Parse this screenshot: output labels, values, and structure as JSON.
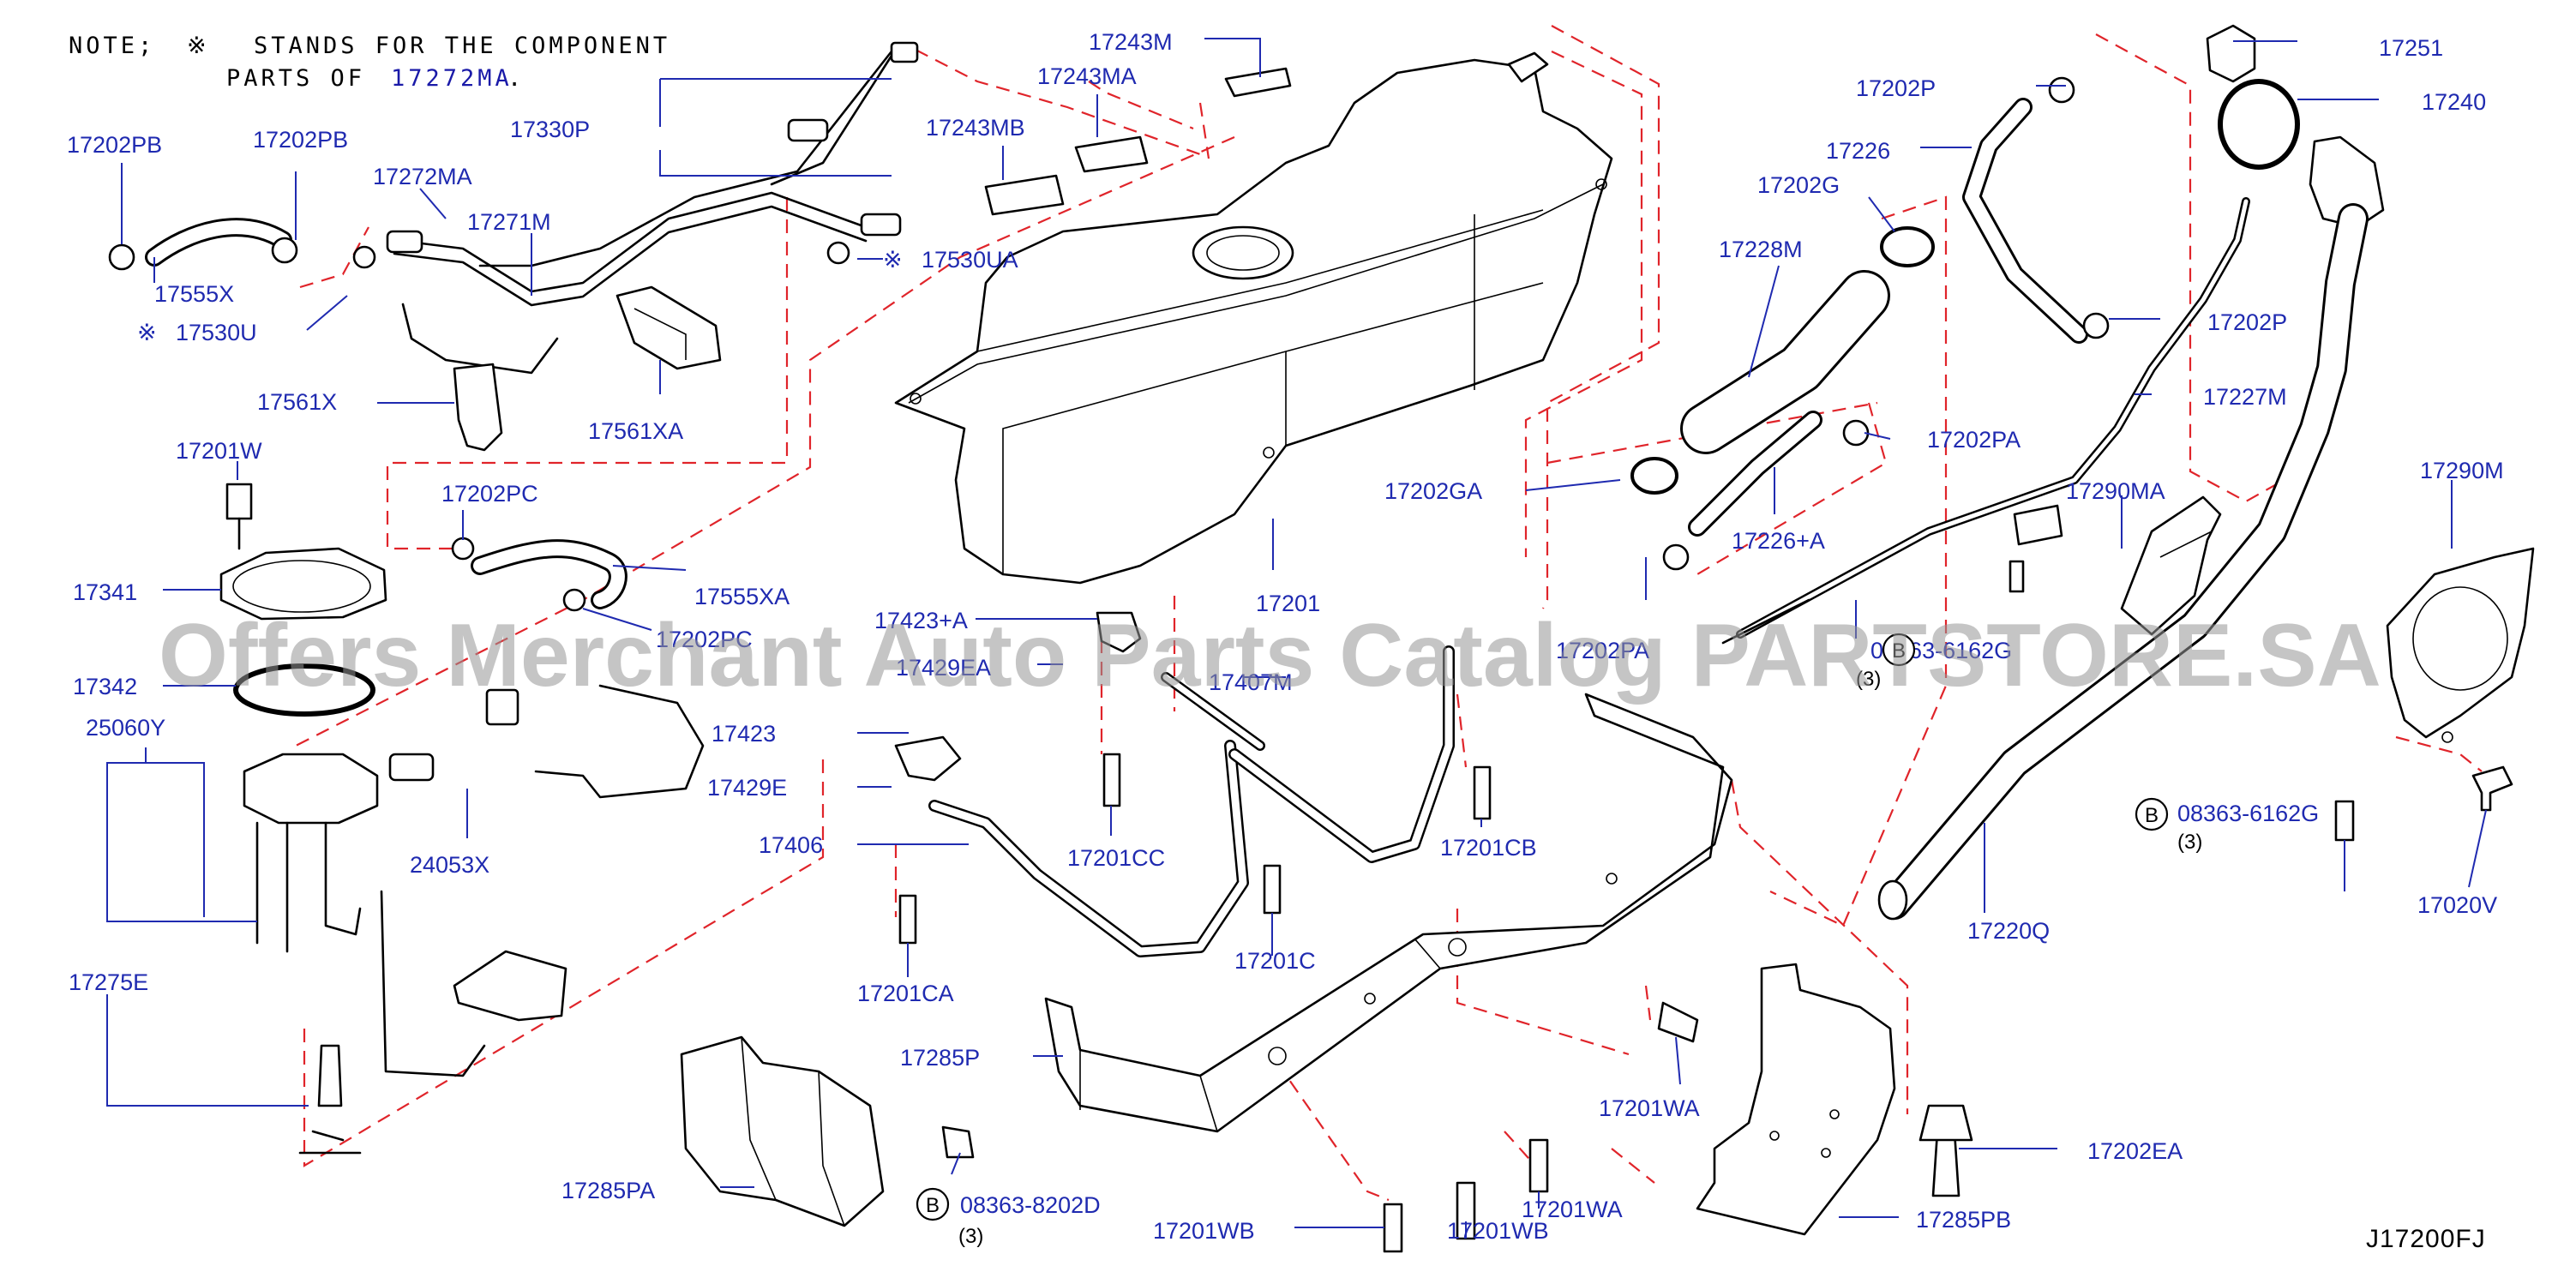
{
  "note": {
    "line1_prefix": "NOTE;",
    "symbol": "※",
    "line1_text": "STANDS FOR THE COMPONENT",
    "line2_text": "PARTS OF",
    "line2_part": "17272MA",
    "line2_end": "."
  },
  "watermark": "Offers Merchant Auto Parts Catalog PARTSTORE.SA",
  "diagram_code": "J17200FJ",
  "bolt_symbol": "B",
  "parts": {
    "p17202PB_a": "17202PB",
    "p17202PB_b": "17202PB",
    "p17272MA": "17272MA",
    "p17271M": "17271M",
    "p17330P": "17330P",
    "p17555X": "17555X",
    "p17530U": "17530U",
    "p17530UA": "17530UA",
    "p17561X": "17561X",
    "p17561XA": "17561XA",
    "p17243M": "17243M",
    "p17243MA": "17243MA",
    "p17243MB": "17243MB",
    "p17251": "17251",
    "p17240": "17240",
    "p17202P_a": "17202P",
    "p17226": "17226",
    "p17202G": "17202G",
    "p17228M": "17228M",
    "p17202P_b": "17202P",
    "p17227M": "17227M",
    "p17202PA_a": "17202PA",
    "p17202GA": "17202GA",
    "p17226A": "17226+A",
    "p17290MA": "17290MA",
    "p17290M": "17290M",
    "p17202PA_b": "17202PA",
    "p08363_162G_mid": "08363-6162G",
    "p08363_162G_qty": "(3)",
    "p17201W": "17201W",
    "p17202PC_a": "17202PC",
    "p17341": "17341",
    "p17555XA": "17555XA",
    "p17202PC_b": "17202PC",
    "p17342": "17342",
    "p25060Y": "25060Y",
    "p24053X": "24053X",
    "p17275E": "17275E",
    "p17423A": "17423+A",
    "p17429EA": "17429EA",
    "p17407M": "17407M",
    "p17201": "17201",
    "p17423": "17423",
    "p17429E": "17429E",
    "p17406": "17406",
    "p17201CC": "17201CC",
    "p17201CB": "17201CB",
    "p17201CA": "17201CA",
    "p17201C": "17201C",
    "p17285P": "17285P",
    "p17285PA": "17285PA",
    "p08363_8202D": "08363-8202D",
    "p08363_8202D_qty": "(3)",
    "p08363_6162G": "08363-6162G",
    "p08363_6162G_qty": "(3)",
    "p17220Q": "17220Q",
    "p17020V": "17020V",
    "p17201WA_a": "17201WA",
    "p17201WA_b": "17201WA",
    "p17201WB_a": "17201WB",
    "p17201WB_b": "17201WB",
    "p17202EA": "17202EA",
    "p17285PB": "17285PB"
  }
}
